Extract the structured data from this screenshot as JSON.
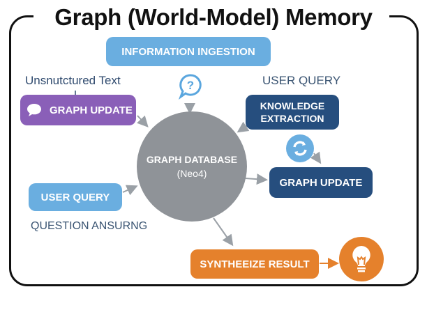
{
  "title": "Graph (World-Model) Memory",
  "nodes": {
    "ingestion": {
      "label": "INFORMATION INGESTION",
      "color": "#6aaee0"
    },
    "unstructured_text": {
      "label": "Unsnutctured Text",
      "color": "#2f4a6e"
    },
    "graph_update_left": {
      "label": "GRAPH UPDATE",
      "color": "#8a5fb8"
    },
    "user_query_top": {
      "label": "USER QUERY",
      "color": "#3a5472"
    },
    "knowledge_extraction": {
      "line1": "KNOWLEDGE",
      "line2": "EXTRACTION",
      "color": "#264e7e"
    },
    "database": {
      "line1": "GRAPH DATABASE",
      "line2": "(Neo4)",
      "color": "#8f9398"
    },
    "graph_update_right": {
      "label": "GRAPH UPDATE",
      "color": "#264e7e"
    },
    "user_query_left": {
      "label": "USER QUERY",
      "color": "#6aaee0"
    },
    "question_answering": {
      "label": "QUESTION ANSURNG",
      "color": "#3a5472"
    },
    "synthesize": {
      "label": "SYNTHEEIZE RESULT",
      "color": "#e5812c"
    }
  },
  "icons": {
    "question": "question-bubble-icon",
    "refresh": "refresh-icon",
    "chat": "chat-bubble-icon",
    "lightbulb": "lightbulb-icon"
  }
}
